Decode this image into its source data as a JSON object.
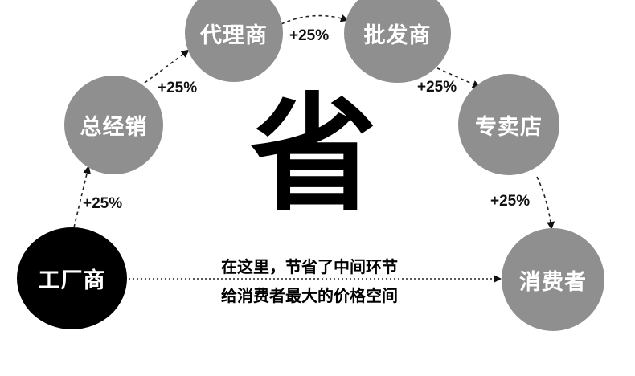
{
  "center_char": "省",
  "nodes": {
    "factory": "工厂商",
    "general": "总经销",
    "agent": "代理商",
    "wholesale": "批发商",
    "store": "专卖店",
    "consumer": "消费者"
  },
  "markups": {
    "general": "+25%",
    "agent": "+25%",
    "wholesale": "+25%",
    "store": "+25%",
    "consumer": "+25%"
  },
  "caption": {
    "line1": "在这里，节省了中间环节",
    "line2": "给消费者最大的价格空间"
  },
  "colors": {
    "grey_node": "#8f8f8f",
    "black_node": "#000000",
    "text": "#000000"
  }
}
